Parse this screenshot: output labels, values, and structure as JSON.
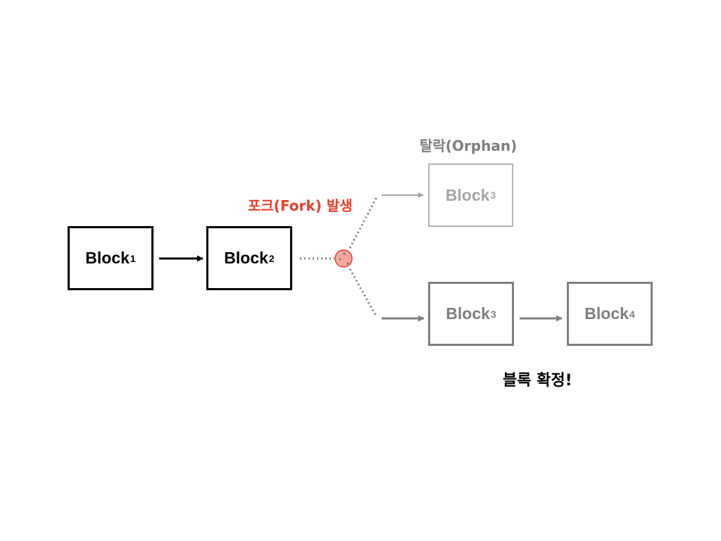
{
  "colors": {
    "black": "#000000",
    "gray": "#7f7f7f",
    "light_gray": "#a6a6a6",
    "fork_red": "#e8412a",
    "fork_fill": "#f5a79f"
  },
  "blocks": {
    "block1": {
      "name": "Block",
      "sub": "1"
    },
    "block2": {
      "name": "Block",
      "sub": "2"
    },
    "block3_orphan": {
      "name": "Block",
      "sub": "3"
    },
    "block3_main": {
      "name": "Block",
      "sub": "3"
    },
    "block4": {
      "name": "Block",
      "sub": "4"
    }
  },
  "labels": {
    "fork": "포크(Fork) 발생",
    "orphan": "탈락(Orphan)",
    "confirmed": "블록 확정!"
  }
}
